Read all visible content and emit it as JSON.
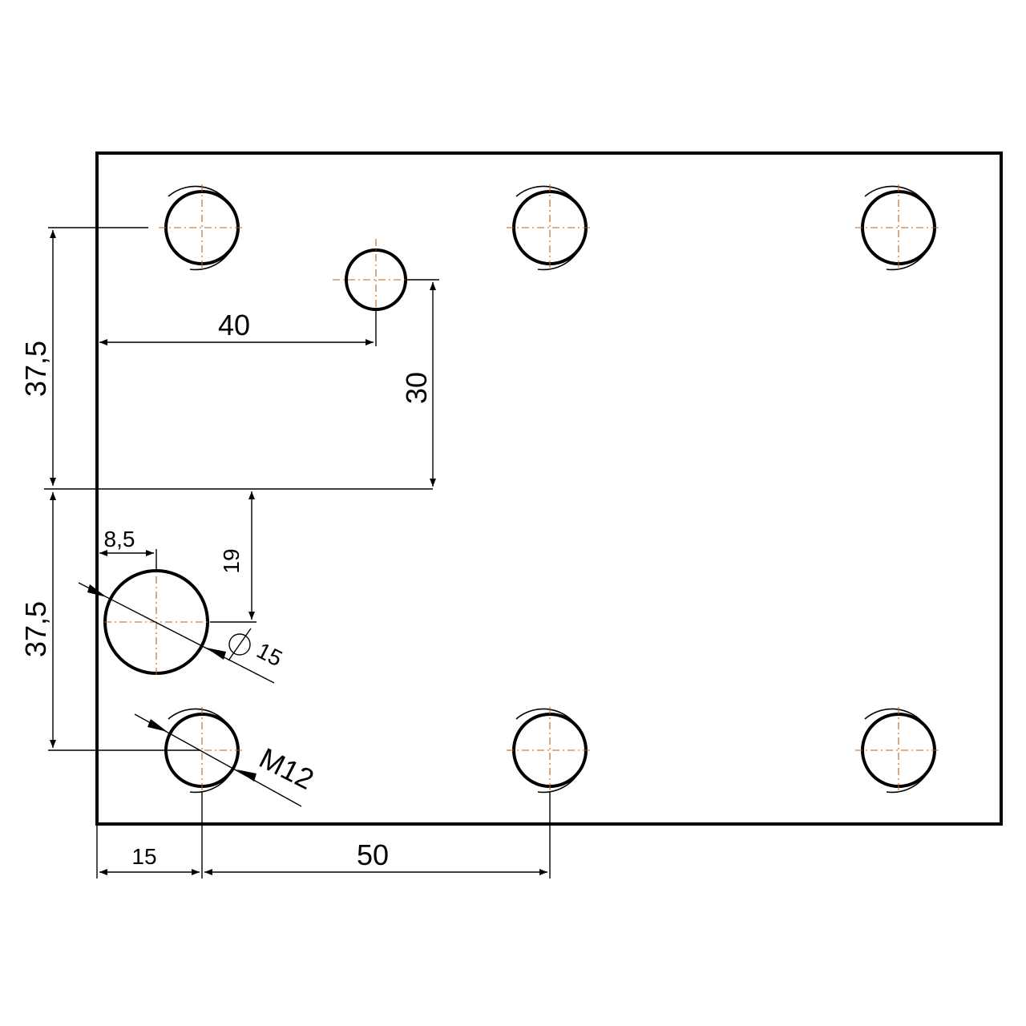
{
  "colors": {
    "outline": "#000000",
    "centerline": "#c0601a",
    "background": "#ffffff"
  },
  "dimensions": {
    "upper_vertical": "37,5",
    "lower_vertical": "37,5",
    "pin_hole_x": "40",
    "pin_hole_y": "30",
    "bore_offset_x": "8,5",
    "bore_offset_y": "19",
    "bore_diameter": "15",
    "diameter_symbol": "⌀",
    "thread_size": "M12",
    "bottom_left_offset": "15",
    "bolt_spacing": "50"
  }
}
